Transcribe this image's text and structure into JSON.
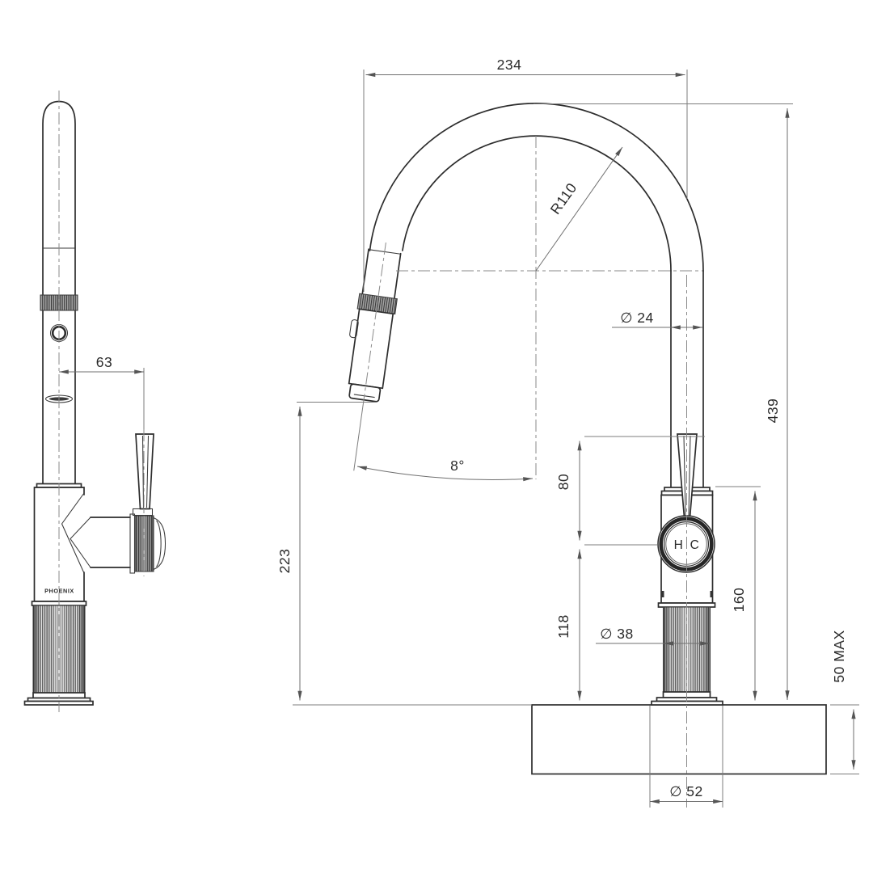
{
  "labels": {
    "brand": "PHOENIX",
    "dial_hot": "H",
    "dial_cold": "C"
  },
  "dims": {
    "reach": "234",
    "bend_radius": "R110",
    "spout_tube_dia": "∅ 24",
    "overall_height": "439",
    "nozzle_offset": "63",
    "nozzle_angle": "8°",
    "spout_clearance": "223",
    "handle_to_cartridge": "80",
    "cartridge_to_deck": "118",
    "deck_to_handle_base": "160",
    "deck_thickness_max": "50 MAX",
    "base_flange_dia": "∅ 52",
    "body_dia": "∅ 38"
  },
  "colors": {
    "line": "#2d2d2d",
    "dimension": "#6f6f6f",
    "hatch": "#5a5a5a",
    "background": "#ffffff"
  }
}
